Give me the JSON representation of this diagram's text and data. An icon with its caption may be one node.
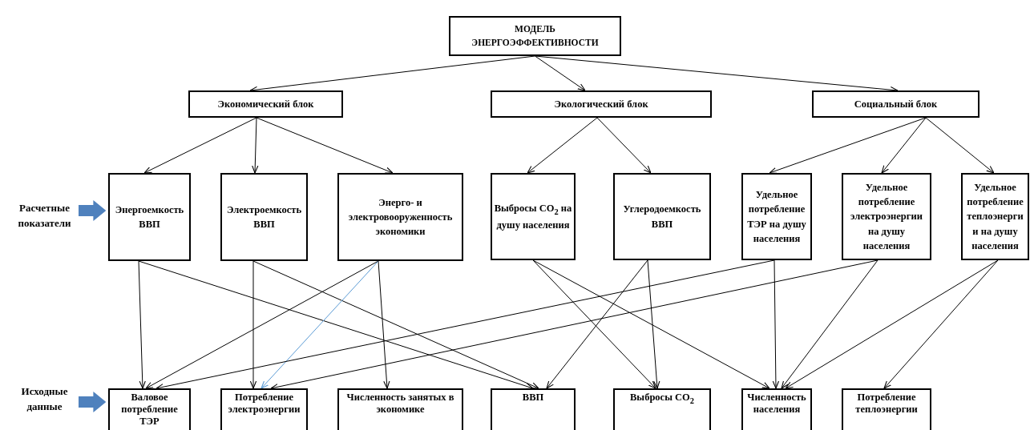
{
  "diagram": {
    "nodes": [
      {
        "text": [
          "МОДЕЛЬ ЭНЕРГОЭФФЕКТИВНОСТИ"
        ]
      },
      {
        "text": [
          "Экономический блок"
        ]
      },
      {
        "text": [
          "Экологический блок"
        ]
      },
      {
        "text": [
          "Социальный блок"
        ]
      },
      {
        "text": [
          "Энергоемкость ВВП"
        ]
      },
      {
        "text": [
          "Электроемкость ВВП"
        ]
      },
      {
        "text": [
          "Энерго- и электровооруженность экономики"
        ]
      },
      {
        "text": [
          "Выбросы CO$_{2}$ на душу населения"
        ]
      },
      {
        "text": [
          "Углеродоемкость ВВП"
        ]
      },
      {
        "text": [
          "Удельное потребление ТЭР на душу населения"
        ]
      },
      {
        "text": [
          "Удельное потребление электроэнергии на душу населения"
        ]
      },
      {
        "text": [
          "Удельное потребление теплоэнерги и на душу населения"
        ]
      },
      {
        "text": [
          "Валовое потребление ТЭР"
        ]
      },
      {
        "text": [
          "Потребление электроэнергии"
        ]
      },
      {
        "text": [
          "Численность занятых в экономике"
        ]
      },
      {
        "text": [
          "ВВП"
        ]
      },
      {
        "text": [
          "Выбросы CO$_{2}$"
        ]
      },
      {
        "text": [
          "Численность населения"
        ]
      },
      {
        "text": [
          "Потребление теплоэнергии"
        ]
      },
      {
        "text": [
          "Расчетные показатели"
        ]
      },
      {
        "text": [
          "Исходные данные"
        ]
      }
    ],
    "edges": [
      {
        "from": 0,
        "to": 1,
        "arrow": "to"
      },
      {
        "from": 0,
        "to": 2,
        "arrow": "to"
      },
      {
        "from": 0,
        "to": 3,
        "arrow": "to"
      },
      {
        "from": 1,
        "to": 4,
        "arrow": "to"
      },
      {
        "from": 1,
        "to": 5,
        "arrow": "to"
      },
      {
        "from": 1,
        "to": 6,
        "arrow": "to"
      },
      {
        "from": 2,
        "to": 7,
        "arrow": "to"
      },
      {
        "from": 2,
        "to": 8,
        "arrow": "to"
      },
      {
        "from": 3,
        "to": 9,
        "arrow": "to"
      },
      {
        "from": 3,
        "to": 10,
        "arrow": "to"
      },
      {
        "from": 3,
        "to": 11,
        "arrow": "to"
      },
      {
        "from": 4,
        "to": 12,
        "arrow": "to"
      },
      {
        "from": 4,
        "to": 15,
        "arrow": "to"
      },
      {
        "from": 5,
        "to": 13,
        "arrow": "to"
      },
      {
        "from": 5,
        "to": 15,
        "arrow": "to"
      },
      {
        "from": 6,
        "to": 12,
        "arrow": "to"
      },
      {
        "from": 6,
        "to": 13,
        "arrow": "to",
        "color": "#5b9bd5"
      },
      {
        "from": 6,
        "to": 14,
        "arrow": "to"
      },
      {
        "from": 7,
        "to": 16,
        "arrow": "to"
      },
      {
        "from": 7,
        "to": 17,
        "arrow": "to"
      },
      {
        "from": 8,
        "to": 15,
        "arrow": "to"
      },
      {
        "from": 8,
        "to": 16,
        "arrow": "to"
      },
      {
        "from": 9,
        "to": 12,
        "arrow": "to"
      },
      {
        "from": 9,
        "to": 17,
        "arrow": "to"
      },
      {
        "from": 10,
        "to": 13,
        "arrow": "to"
      },
      {
        "from": 10,
        "to": 17,
        "arrow": "to"
      },
      {
        "from": 11,
        "to": 17,
        "arrow": "to"
      },
      {
        "from": 11,
        "to": 18,
        "arrow": "to"
      },
      {
        "from": 19,
        "to": 4,
        "arrow": "to",
        "style": "thick",
        "color": "#4f81bd"
      },
      {
        "from": 20,
        "to": 12,
        "arrow": "to",
        "style": "thick",
        "color": "#4f81bd"
      }
    ]
  }
}
